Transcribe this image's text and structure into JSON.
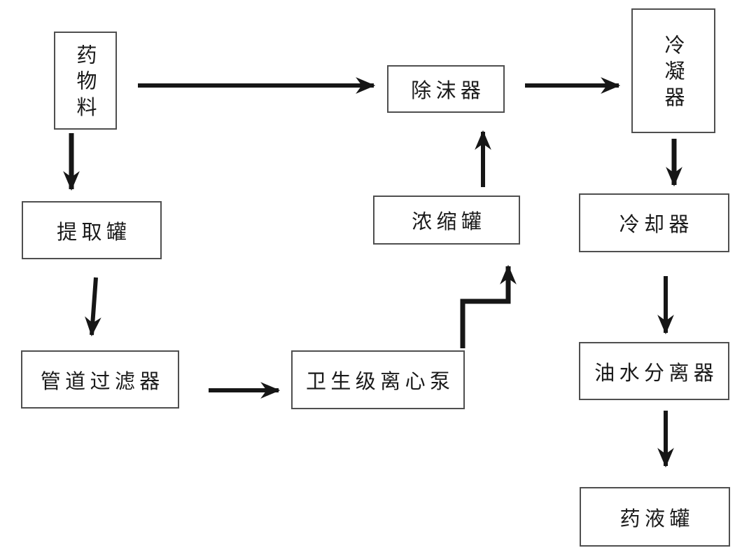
{
  "diagram": {
    "type": "flowchart",
    "colors": {
      "background": "#ffffff",
      "box_border": "#4f4f4f",
      "text": "#1a1a1a",
      "arrow": "#161616"
    },
    "nodes": [
      {
        "id": "material",
        "label": "药物料",
        "orientation": "vertical"
      },
      {
        "id": "extraction-tank",
        "label": "提取罐",
        "orientation": "horizontal"
      },
      {
        "id": "pipeline-filter",
        "label": "管道过滤器",
        "orientation": "horizontal"
      },
      {
        "id": "sanitary-centrifugal-pump",
        "label": "卫生级离心泵",
        "orientation": "horizontal"
      },
      {
        "id": "concentration-tank",
        "label": "浓缩罐",
        "orientation": "horizontal"
      },
      {
        "id": "demister",
        "label": "除沫器",
        "orientation": "horizontal"
      },
      {
        "id": "condenser",
        "label": "冷凝器",
        "orientation": "vertical"
      },
      {
        "id": "cooler",
        "label": "冷却器",
        "orientation": "horizontal"
      },
      {
        "id": "oil-water-separator",
        "label": "油水分离器",
        "orientation": "horizontal"
      },
      {
        "id": "liquid-medicine-tank",
        "label": "药液罐",
        "orientation": "horizontal"
      }
    ],
    "edges": [
      {
        "from": "药物料",
        "to": "除沫器",
        "shape": "straight"
      },
      {
        "from": "药物料",
        "to": "提取罐",
        "shape": "straight"
      },
      {
        "from": "提取罐",
        "to": "管道过滤器",
        "shape": "straight"
      },
      {
        "from": "管道过滤器",
        "to": "卫生级离心泵",
        "shape": "straight"
      },
      {
        "from": "卫生级离心泵",
        "to": "浓缩罐",
        "shape": "elbow"
      },
      {
        "from": "浓缩罐",
        "to": "除沫器",
        "shape": "straight"
      },
      {
        "from": "除沫器",
        "to": "冷凝器",
        "shape": "straight"
      },
      {
        "from": "冷凝器",
        "to": "冷却器",
        "shape": "straight"
      },
      {
        "from": "冷却器",
        "to": "油水分离器",
        "shape": "straight"
      },
      {
        "from": "油水分离器",
        "to": "药液罐",
        "shape": "straight"
      }
    ]
  }
}
